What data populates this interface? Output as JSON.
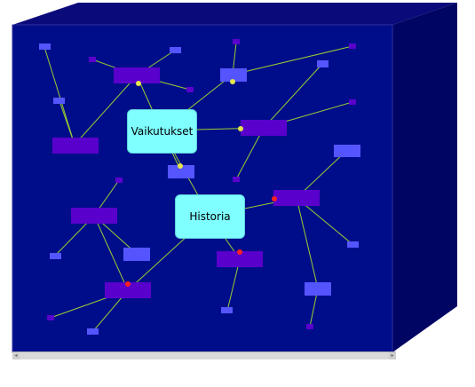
{
  "graph": {
    "colors": {
      "background": "#000d8a",
      "box_top": "#0a0a7a",
      "box_side": "#000563",
      "edge": "#9acd32",
      "node_purple": "#5a00cc",
      "node_blue": "#5555ff",
      "node_topic": "#7fffff",
      "marker_yellow": "#e6e64c",
      "marker_red": "#ff2020"
    },
    "topics": [
      {
        "id": "vaikutukset",
        "label": "Vaikutukset"
      },
      {
        "id": "historia",
        "label": "Historia"
      }
    ]
  },
  "scrollbar": {
    "left_arrow": "◂",
    "right_arrow": "▸"
  }
}
